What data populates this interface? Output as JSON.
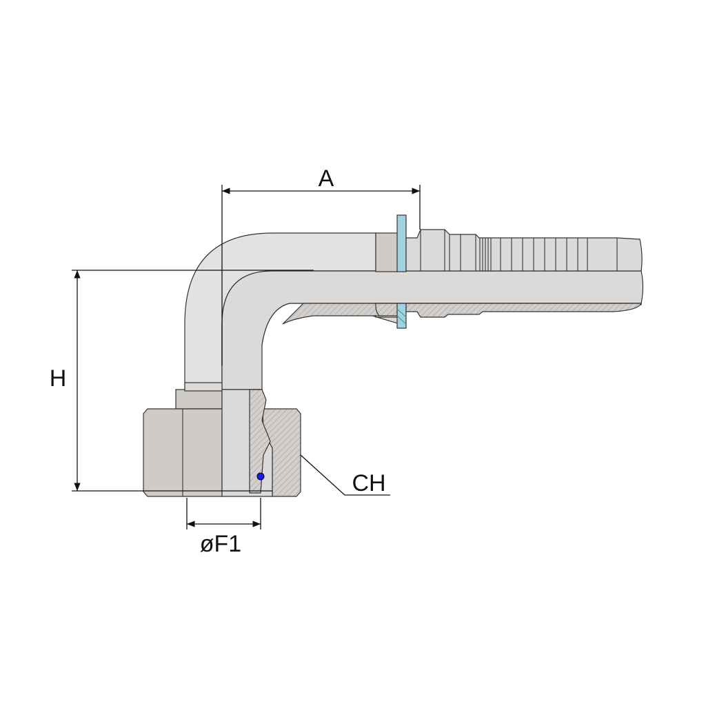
{
  "dimensions": {
    "a": "A",
    "h": "H",
    "ch": "CH",
    "f1": "øF1"
  },
  "colors": {
    "metal": "#dcdad8",
    "washer": "#9fd3df",
    "o_ring": "#1a1aff"
  }
}
